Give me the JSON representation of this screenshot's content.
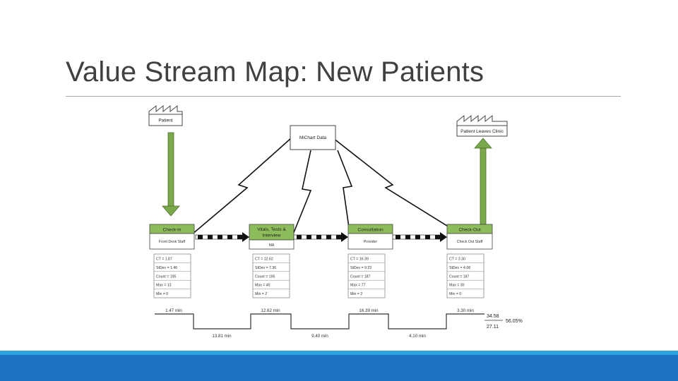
{
  "slide": {
    "title": "Value Stream Map: New Patients"
  },
  "colors": {
    "accent_green": "#7aa84a",
    "header_green": "#8dbd5a",
    "band_blue": "#1e73c2",
    "band_light_blue": "#2aa3df"
  },
  "diagram": {
    "source": "Patient",
    "sink": "Patient Leaves Clinic",
    "info_system": "MiChart Data",
    "processes": [
      {
        "name": "Check-in",
        "staff": "Front Desk Staff",
        "stats": [
          "CT = 1.87",
          "StDev = 1.46",
          "Count = 195",
          "Max = 13",
          "Min = 0"
        ]
      },
      {
        "name": "Vitals, Tests & Interview",
        "staff": "MA",
        "stats": [
          "CT = 12.62",
          "StDev = 7.36",
          "Count = 195",
          "Max = 45",
          "Min = 2"
        ]
      },
      {
        "name": "Consultation",
        "staff": "Provider",
        "stats": [
          "CT = 16.39",
          "StDev = 9.23",
          "Count = 187",
          "Max = 77",
          "Min = 2"
        ]
      },
      {
        "name": "Check-Out",
        "staff": "Check Out Staff",
        "stats": [
          "CT = 3.30",
          "StDev = 4.08",
          "Count = 187",
          "Max = 30",
          "Min = 0"
        ]
      }
    ],
    "timeline": {
      "process_times": [
        "1.47 min",
        "12.62 min",
        "16.39 min",
        "3.30 min"
      ],
      "wait_times": [
        "13.81 min",
        "9.40 min",
        "4.10 min"
      ],
      "total_top": "34.58",
      "total_bottom": "27.11",
      "efficiency": "56.05%"
    }
  }
}
